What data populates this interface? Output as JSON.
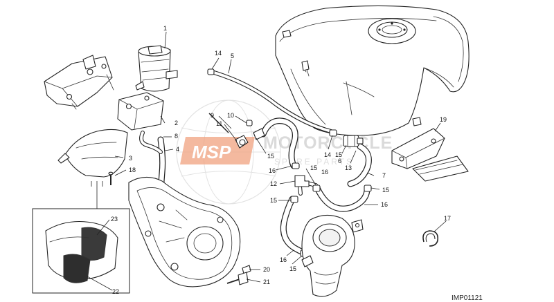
{
  "diagram": {
    "reference_code": "IMP01121",
    "watermark": {
      "logo_text": "MSP",
      "brand_text": "MOTORCYCLE",
      "sub_text": "SPARE PARTS"
    },
    "callouts": [
      "1",
      "2",
      "3",
      "4",
      "5",
      "6",
      "7",
      "8",
      "9",
      "10",
      "11",
      "12",
      "13",
      "14",
      "14",
      "15",
      "15",
      "15",
      "15",
      "15",
      "15",
      "16",
      "16",
      "16",
      "16",
      "17",
      "18",
      "19",
      "20",
      "21",
      "22",
      "23"
    ]
  }
}
